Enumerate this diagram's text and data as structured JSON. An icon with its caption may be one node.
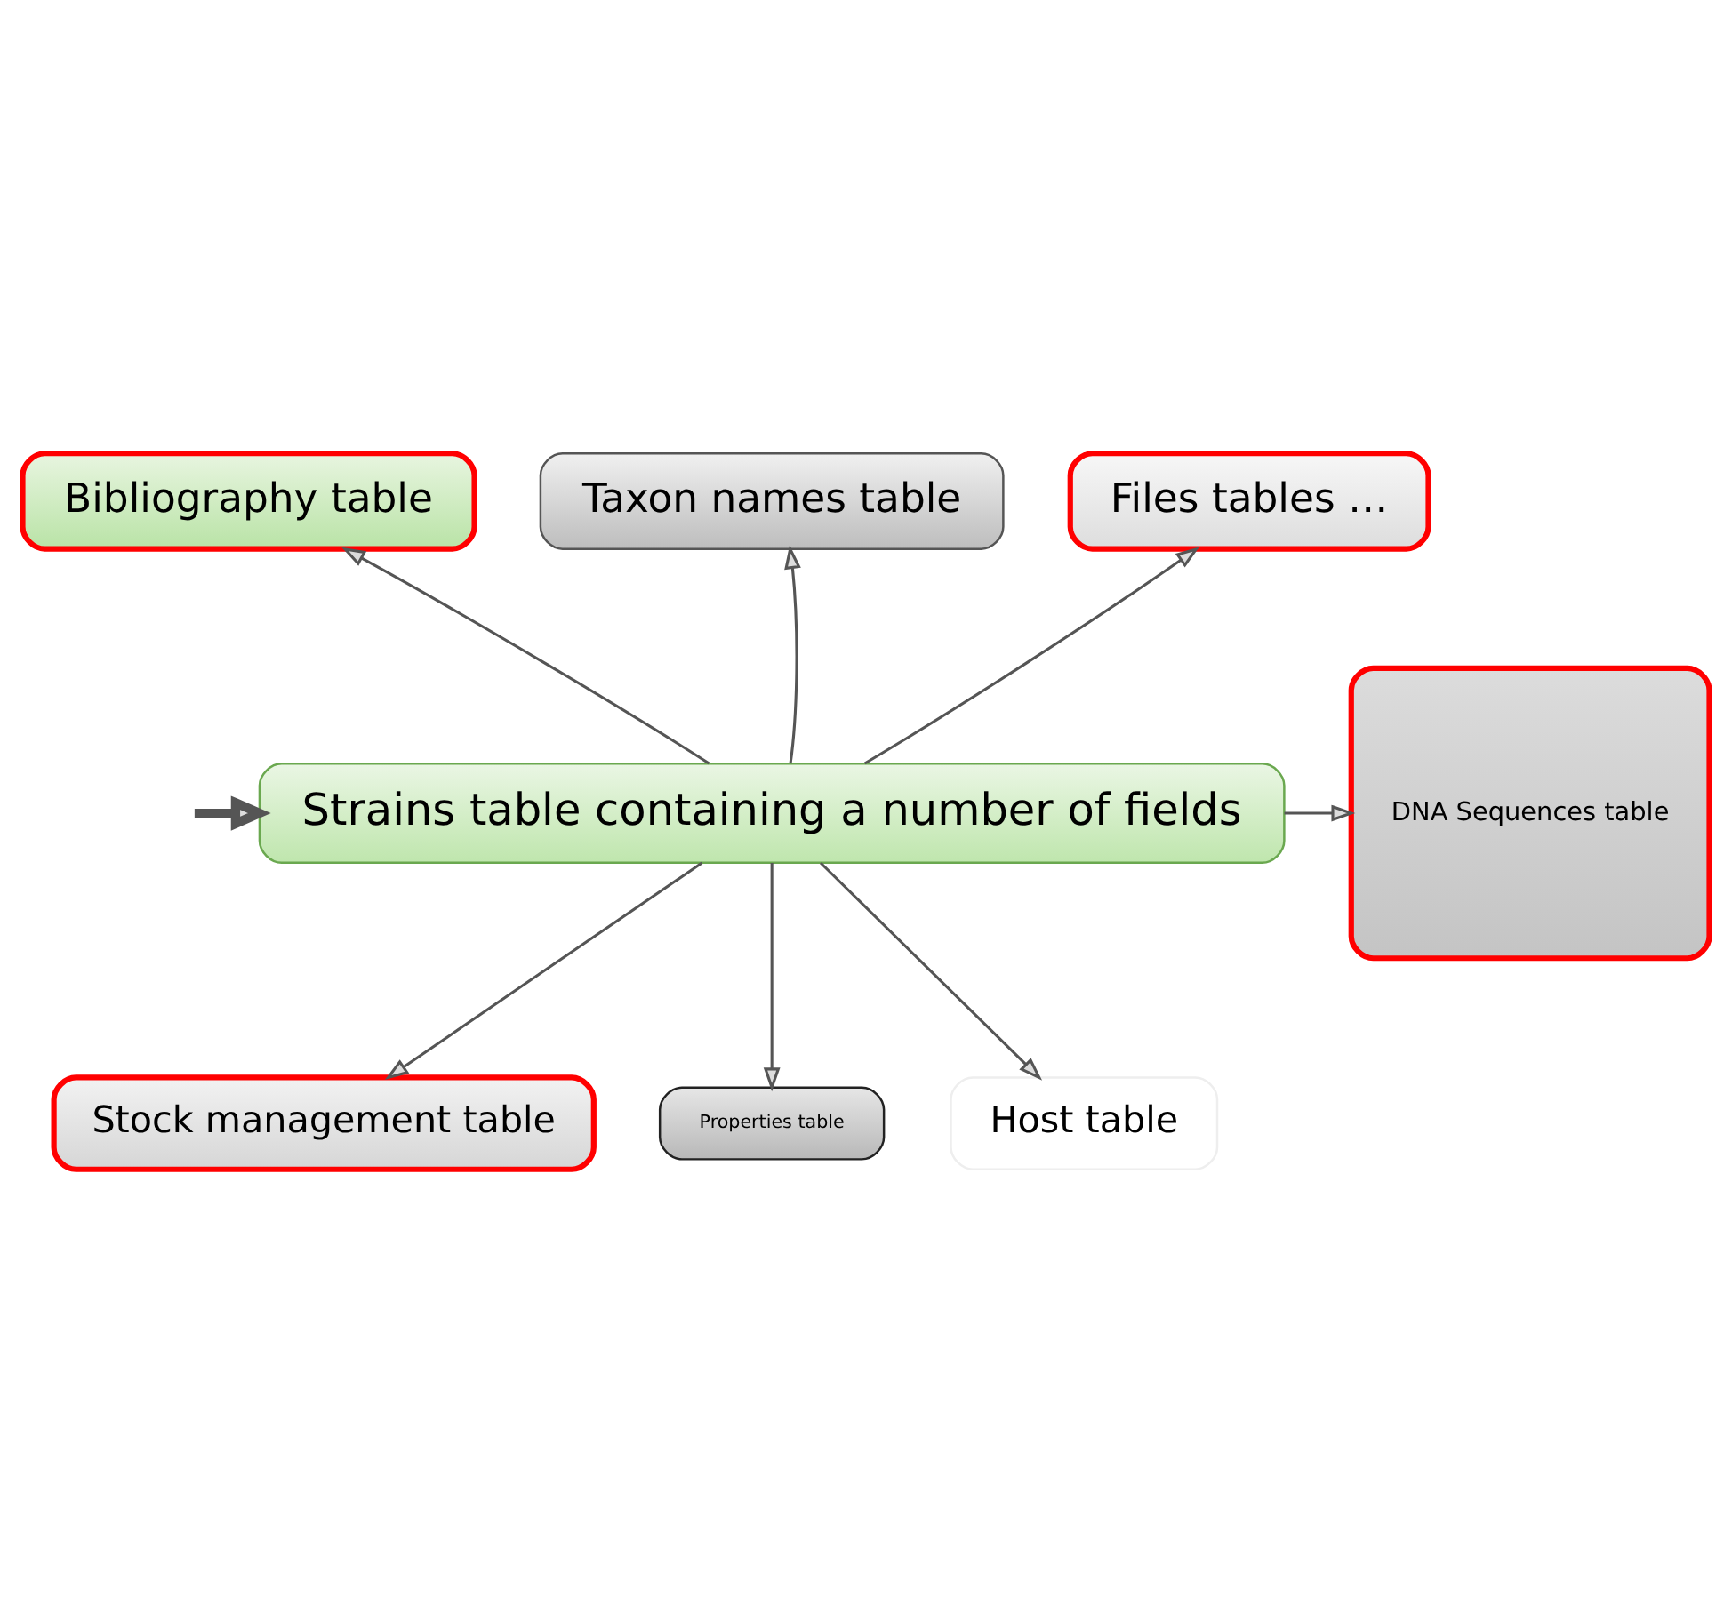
{
  "diagram": {
    "nodes": [
      {
        "text": [
          "Bibliography table"
        ]
      },
      {
        "text": [
          "Taxon names table"
        ]
      },
      {
        "text": [
          "Files tables …"
        ]
      },
      {
        "text": [
          "Strains table containing a number of fields"
        ]
      },
      {
        "text": [
          "DNA Sequences table"
        ]
      },
      {
        "text": [
          "Stock management table"
        ]
      },
      {
        "text": [
          "Properties table"
        ]
      },
      {
        "text": [
          "Host table"
        ]
      }
    ],
    "edges": [
      {
        "from": null,
        "to": 3,
        "arrow": "to",
        "style": "thick"
      },
      {
        "from": 3,
        "to": 0,
        "arrow": "to"
      },
      {
        "from": 3,
        "to": 1,
        "arrow": "to"
      },
      {
        "from": 3,
        "to": 2,
        "arrow": "to"
      },
      {
        "from": 3,
        "to": 4,
        "arrow": "to"
      },
      {
        "from": 3,
        "to": 7,
        "arrow": "to"
      },
      {
        "from": 3,
        "to": 5,
        "arrow": "to"
      },
      {
        "from": 3,
        "to": 6,
        "arrow": "to"
      }
    ]
  }
}
